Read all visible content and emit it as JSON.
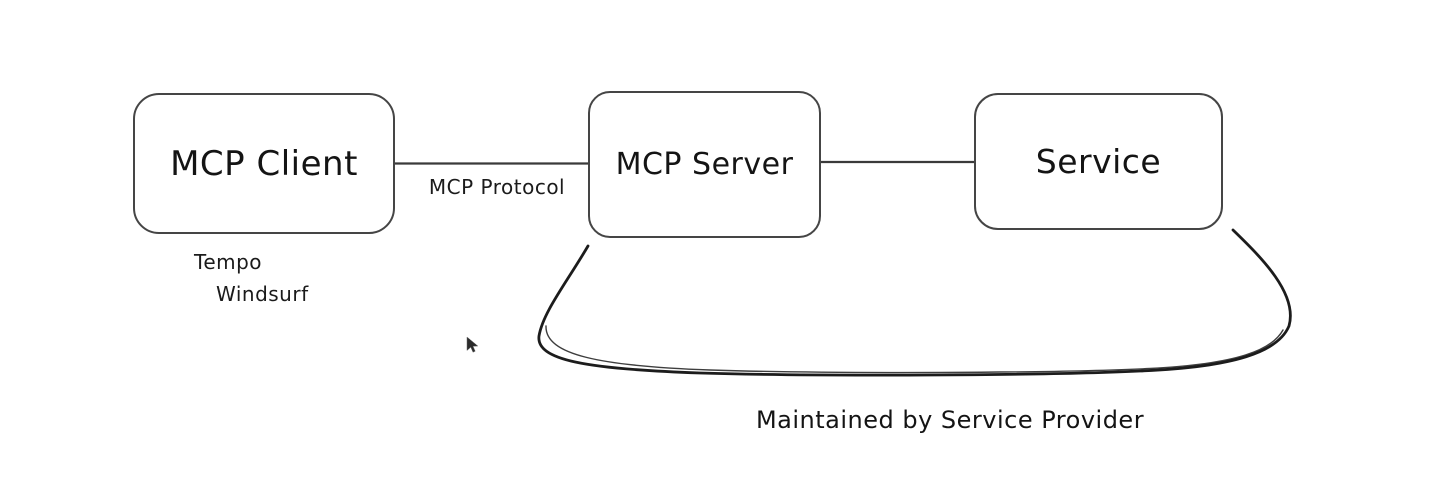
{
  "canvas": {
    "background": "#ffffff",
    "stroke_color": "#454545",
    "line_color": "#2e2e2e",
    "brace_color": "#1c1c1c",
    "text_color": "#141414"
  },
  "boxes": [
    {
      "label": "MCP Client"
    },
    {
      "label": "MCP Server"
    },
    {
      "label": "Service"
    }
  ],
  "connectors": [
    {
      "label": "MCP Protocol"
    },
    {
      "label": ""
    }
  ],
  "notes": [
    {
      "label": "Tempo"
    },
    {
      "label": "Windsurf"
    }
  ],
  "brace": {
    "label": "Maintained by Service Provider"
  },
  "icons": [
    {
      "name": "mouse-cursor"
    }
  ]
}
